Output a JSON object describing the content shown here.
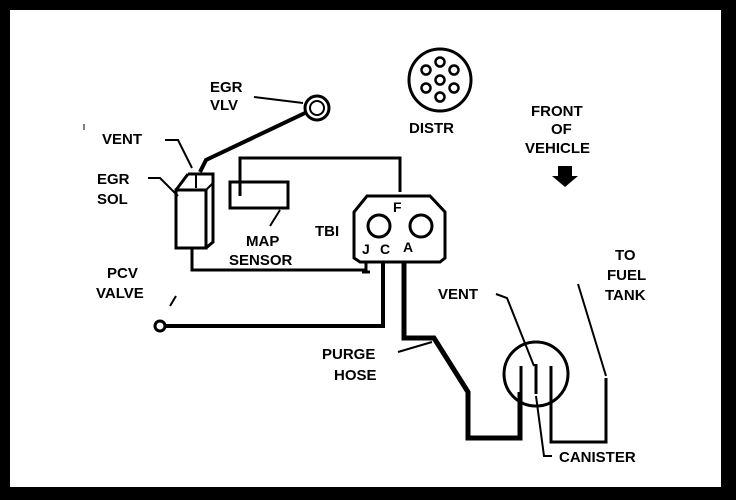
{
  "labels": {
    "egr_vlv_1": "EGR",
    "egr_vlv_2": "VLV",
    "vent_top": "VENT",
    "egr_sol_1": "EGR",
    "egr_sol_2": "SOL",
    "distr": "DISTR",
    "front_1": "FRONT",
    "front_2": "OF",
    "front_3": "VEHICLE",
    "tbi": "TBI",
    "port_f": "F",
    "port_j": "J",
    "port_c": "C",
    "port_a": "A",
    "map_1": "MAP",
    "map_2": "SENSOR",
    "pcv_1": "PCV",
    "pcv_2": "VALVE",
    "to_fuel_1": "TO",
    "to_fuel_2": "FUEL",
    "to_fuel_3": "TANK",
    "vent_canister": "VENT",
    "purge_1": "PURGE",
    "purge_2": "HOSE",
    "canister": "CANISTER"
  },
  "colors": {
    "ink": "#000000",
    "paper": "#ffffff"
  }
}
